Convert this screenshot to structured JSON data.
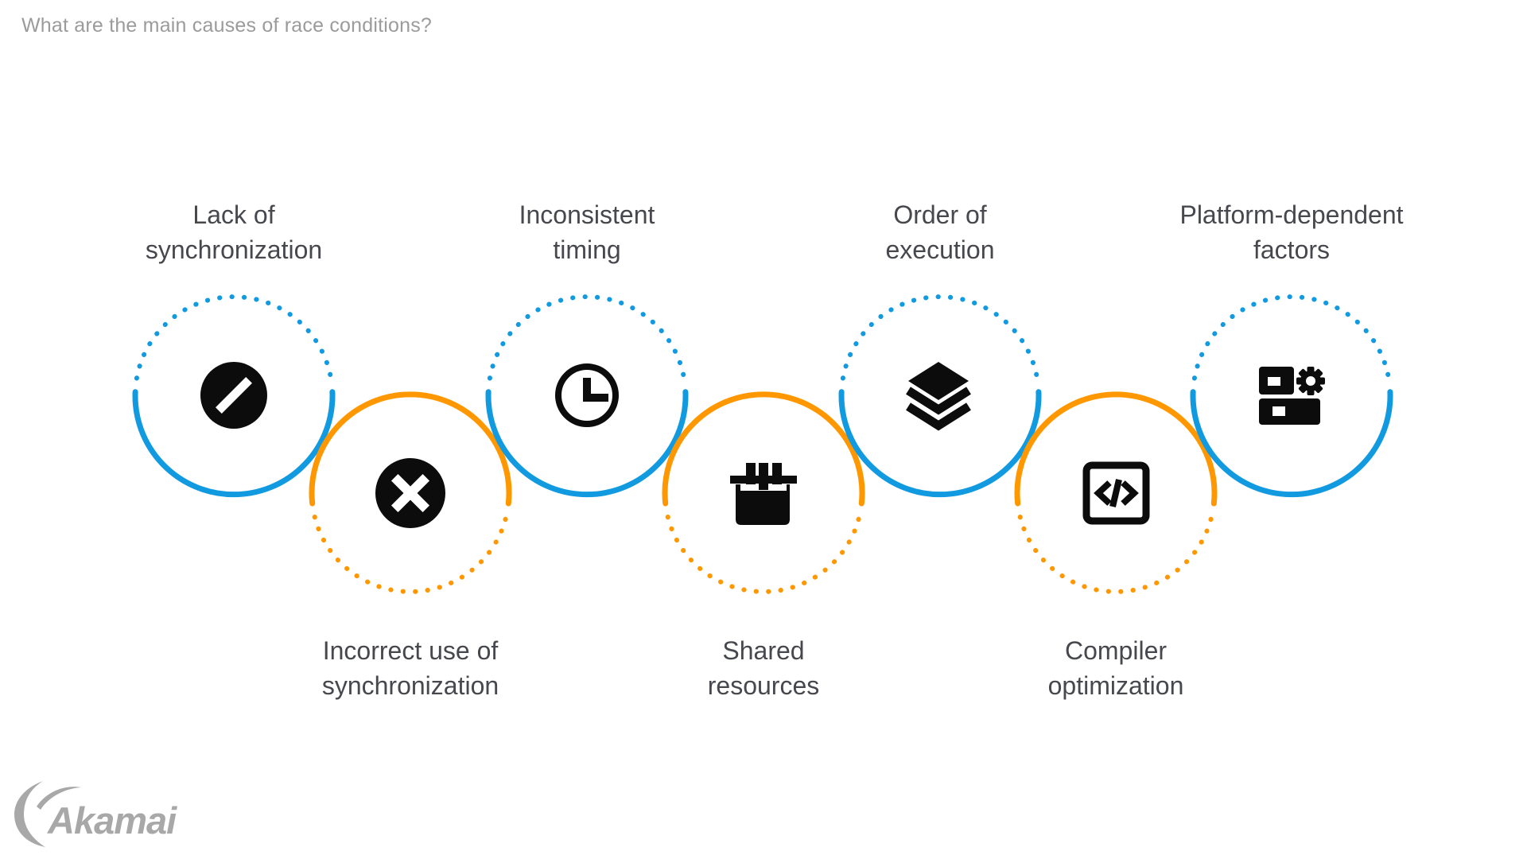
{
  "page": {
    "title": "What are the main causes of race conditions?"
  },
  "brand": {
    "logo_text": "Akamai"
  },
  "colors": {
    "blue": "#129ae0",
    "orange": "#ff9800",
    "icon_black": "#0c0c0c",
    "label_gray": "#46484d",
    "title_gray": "#9b9b9b",
    "logo_gray": "#a8a8a8"
  },
  "items": [
    {
      "id": "lack-of-synchronization",
      "line1": "Lack of",
      "line2": "synchronization",
      "icon": "slash-circle-icon",
      "position": "top",
      "accent": "blue"
    },
    {
      "id": "incorrect-use-of-synchronization",
      "line1": "Incorrect use of",
      "line2": "synchronization",
      "icon": "x-circle-icon",
      "position": "bottom",
      "accent": "orange"
    },
    {
      "id": "inconsistent-timing",
      "line1": "Inconsistent",
      "line2": "timing",
      "icon": "clock-icon",
      "position": "top",
      "accent": "blue"
    },
    {
      "id": "shared-resources",
      "line1": "Shared",
      "line2": "resources",
      "icon": "toolbox-icon",
      "position": "bottom",
      "accent": "orange"
    },
    {
      "id": "order-of-execution",
      "line1": "Order of",
      "line2": "execution",
      "icon": "layers-icon",
      "position": "top",
      "accent": "blue"
    },
    {
      "id": "compiler-optimization",
      "line1": "Compiler",
      "line2": "optimization",
      "icon": "code-window-icon",
      "position": "bottom",
      "accent": "orange"
    },
    {
      "id": "platform-dependent-factors",
      "line1": "Platform-dependent",
      "line2": "factors",
      "icon": "platform-gear-icon",
      "position": "top",
      "accent": "blue"
    }
  ]
}
